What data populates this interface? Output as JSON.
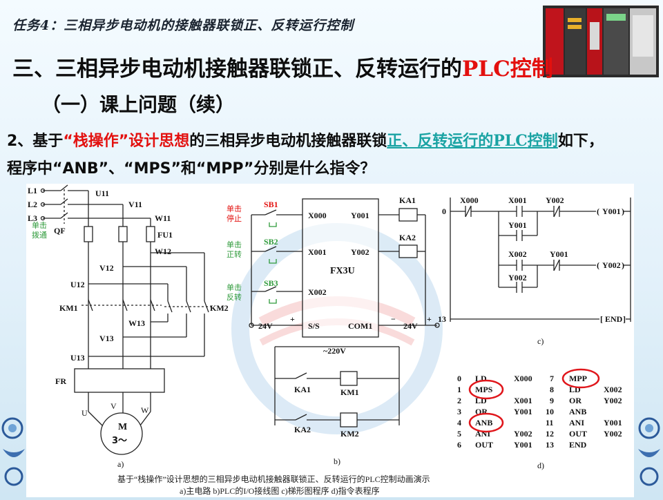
{
  "task_header": "任务4：三相异步电动机的接触器联锁正、反转运行控制",
  "title": {
    "prefix": "三、三相异步电动机接触器联锁正、反转运行的",
    "plc": "PLC",
    "suffix": "控制"
  },
  "subtitle": "（一）课上问题（续）",
  "question": {
    "p1": "2、基于",
    "p2": "“栈操作”设计思想",
    "p3": "的三相异步电动机接触器联锁",
    "p4": "正、反转运行的",
    "p4b": "PLC",
    "p4c": "控制",
    "p5": "如下，",
    "p6": "程序中“ANB”、“MPS”和“MPP”分别是什么指令？"
  },
  "main_circuit": {
    "lines": [
      "L1",
      "L2",
      "L3"
    ],
    "breaker": "QF",
    "breaker_note": [
      "单击",
      "拨通"
    ],
    "labels": [
      "U11",
      "V11",
      "W11",
      "FU1",
      "W12",
      "V12",
      "U12",
      "KM1",
      "KM2",
      "W13",
      "V13",
      "U13",
      "FR",
      "U",
      "V",
      "W"
    ],
    "motor": [
      "M",
      "3～"
    ],
    "panel": "a)"
  },
  "io_wiring": {
    "buttons": [
      {
        "id": "SB1",
        "note": [
          "单击",
          "停止"
        ],
        "input": "X000",
        "output": "Y001",
        "coil": "KA1"
      },
      {
        "id": "SB2",
        "note": [
          "单击",
          "正转"
        ],
        "input": "X001",
        "output": "Y002",
        "coil": "KA2"
      },
      {
        "id": "SB3",
        "note": [
          "单击",
          "反转"
        ],
        "input": "X002"
      }
    ],
    "plc_model": "FX3U",
    "ss": "S/S",
    "com": "COM1",
    "v24": "24V",
    "plus": "+",
    "minus": "−",
    "supply": "~220V",
    "relays": [
      "KA1",
      "KA2"
    ],
    "contactors": [
      "KM1",
      "KM2"
    ],
    "panel": "b)"
  },
  "ladder": {
    "rung0": "0",
    "rung13": "13",
    "contacts": [
      "X000",
      "X001",
      "Y002",
      "Y001",
      "X002",
      "Y001",
      "Y002"
    ],
    "coils": [
      "Y001",
      "Y002"
    ],
    "end": "END",
    "panel": "c)"
  },
  "instructions": {
    "rows": [
      {
        "n": "0",
        "op": "LD",
        "arg": "X000"
      },
      {
        "n": "1",
        "op": "MPS",
        "arg": ""
      },
      {
        "n": "2",
        "op": "LD",
        "arg": "X001"
      },
      {
        "n": "3",
        "op": "OR",
        "arg": "Y001"
      },
      {
        "n": "4",
        "op": "ANB",
        "arg": ""
      },
      {
        "n": "5",
        "op": "ANI",
        "arg": "Y002"
      },
      {
        "n": "6",
        "op": "OUT",
        "arg": "Y001"
      },
      {
        "n": "7",
        "op": "MPP",
        "arg": ""
      },
      {
        "n": "8",
        "op": "LD",
        "arg": "X002"
      },
      {
        "n": "9",
        "op": "OR",
        "arg": "Y002"
      },
      {
        "n": "10",
        "op": "ANB",
        "arg": ""
      },
      {
        "n": "11",
        "op": "ANI",
        "arg": "Y001"
      },
      {
        "n": "12",
        "op": "OUT",
        "arg": "Y002"
      },
      {
        "n": "13",
        "op": "END",
        "arg": ""
      }
    ],
    "panel": "d)"
  },
  "caption": {
    "line1": "基于“栈操作”设计思想的三相异步电动机接触器联锁正、反转运行的PLC控制动画演示",
    "line2": "a)主电路  b)PLC的I/O接线图  c)梯形图程序  d)指令表程序"
  },
  "colors": {
    "accent_red": "#e3100e",
    "teal_link": "#1aa3a3",
    "highlight_circle": "#e0161b",
    "note_red": "#e3100e",
    "note_green": "#2e9a3a"
  }
}
